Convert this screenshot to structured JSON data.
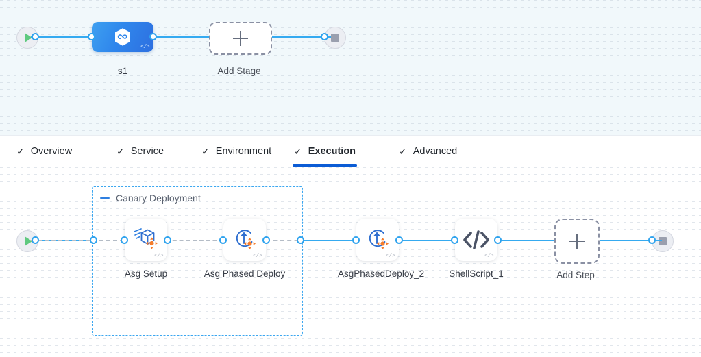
{
  "colors": {
    "accent_blue": "#35aaf0",
    "tab_active_blue": "#0b5cd5",
    "group_border_blue": "#3ca7f0",
    "stage_node_blue": "#2f86ec",
    "start_green": "#5fc97f",
    "end_gray": "#9a9fae",
    "stage_canvas_bg": "#f1f8fb",
    "step_canvas_bg": "#ffffff",
    "dashed_connector_gray": "#b4bcc6",
    "icon_orange": "#f47c2c"
  },
  "stage_canvas": {
    "start_node": {
      "icon": "play-triangle-icon"
    },
    "end_node": {
      "icon": "stop-square-icon"
    },
    "stage": {
      "label": "s1",
      "icon": "hexagon-infinity-icon",
      "code_badge": "</>"
    },
    "add_stage": {
      "label": "Add Stage",
      "icon": "plus-icon"
    }
  },
  "tabs": [
    {
      "label": "Overview",
      "check": "✓",
      "active": false
    },
    {
      "label": "Service",
      "check": "✓",
      "active": false
    },
    {
      "label": "Environment",
      "check": "✓",
      "active": false
    },
    {
      "label": "Execution",
      "check": "✓",
      "active": true
    },
    {
      "label": "Advanced",
      "check": "✓",
      "active": false
    }
  ],
  "step_canvas": {
    "start_node": {
      "icon": "play-triangle-icon"
    },
    "end_node": {
      "icon": "stop-square-icon"
    },
    "group": {
      "title": "Canary Deployment",
      "collapse_icon": "collapse-dash-icon",
      "steps": [
        {
          "label": "Asg Setup",
          "icon": "asg-setup-box-icon",
          "code_badge": "</>"
        },
        {
          "label": "Asg Phased Deploy",
          "icon": "asg-phased-deploy-icon",
          "code_badge": "</>"
        }
      ]
    },
    "steps": [
      {
        "label": "AsgPhasedDeploy_2",
        "icon": "asg-phased-deploy-icon",
        "code_badge": "</>"
      },
      {
        "label": "ShellScript_1",
        "icon": "shell-script-code-icon",
        "code_badge": "</>"
      }
    ],
    "add_step": {
      "label": "Add Step",
      "icon": "plus-icon"
    }
  }
}
